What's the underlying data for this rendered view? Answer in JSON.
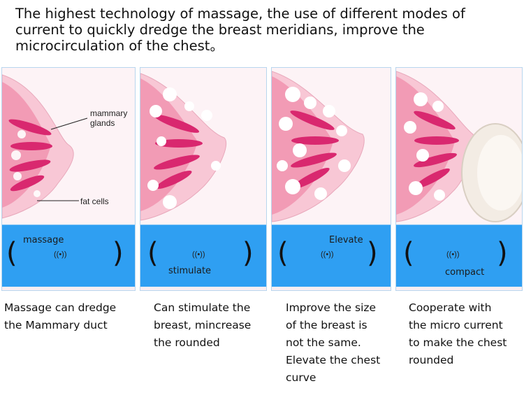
{
  "headline": [
    "The highest technology of massage, the use of different modes of",
    "current to quickly dredge the breast meridians, improve the",
    "microcirculation of the chest。"
  ],
  "annotations": {
    "mammary": [
      "mammary",
      "glands"
    ],
    "fat": "fat cells"
  },
  "panels": [
    {
      "mode_label": "massage",
      "signal_icon": "((•))",
      "caption": [
        "Massage can dredge",
        "the Mammary duct"
      ]
    },
    {
      "mode_label": "stimulate",
      "signal_icon": "((•))",
      "caption": [
        "Can stimulate the",
        "breast, mincrease",
        "the rounded"
      ]
    },
    {
      "mode_label": "Elevate",
      "signal_icon": "((•))",
      "caption": [
        "Improve the size",
        "of the breast is",
        "not the same.",
        "Elevate the chest",
        "curve"
      ]
    },
    {
      "mode_label": "compact",
      "signal_icon": "((•))",
      "caption": [
        "Cooperate with",
        "the micro current",
        "to make the chest",
        "rounded"
      ]
    }
  ],
  "colors": {
    "bar": "#2f9ff2",
    "tissue": "#f7b6c8",
    "gland": "#e0407a"
  }
}
